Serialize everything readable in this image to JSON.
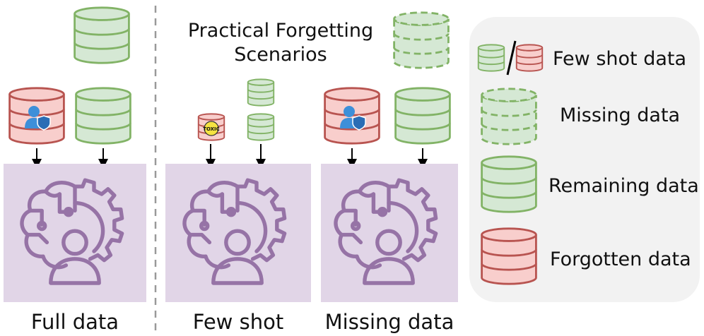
{
  "headings": {
    "practical_line1": "Practical Forgetting",
    "practical_line2": "Scenarios"
  },
  "captions": {
    "full": "Full data",
    "fewshot": "Few shot",
    "missing": "Missing data"
  },
  "legend": {
    "fewshot": "Few shot data",
    "missing": "Missing data",
    "remaining": "Remaining data",
    "forgotten": "Forgotten data"
  },
  "badge": {
    "toxic": "TOXIC"
  },
  "colors": {
    "green_fill": "#d5e8d4",
    "green_stroke": "#82b366",
    "red_fill": "#f8cecc",
    "red_stroke": "#b85450",
    "model_fill": "#e1d5e7",
    "model_icon": "#9673a6",
    "legend_bg": "#f2f2f2",
    "divider": "#999999"
  },
  "icons": {
    "model": "brain-gear-user-icon",
    "privacy": "user-shield-icon",
    "toxic": "toxic-badge-icon"
  }
}
